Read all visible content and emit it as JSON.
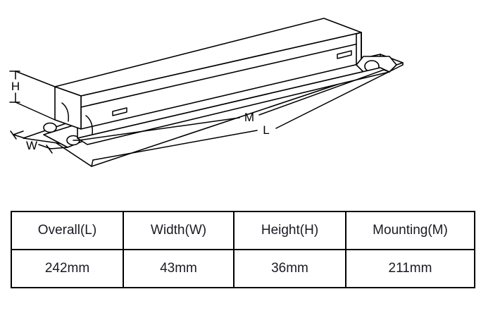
{
  "drawing": {
    "title": "LED driver enclosure isometric dimension drawing",
    "labels": {
      "height": "H",
      "width": "W",
      "mounting": "M",
      "overall": "L"
    },
    "features": {
      "mounting_holes": 3,
      "vent_slots": 2,
      "line_color": "#000000",
      "fill_color": "#ffffff"
    }
  },
  "spec_table": {
    "headers": [
      "Overall(L)",
      "Width(W)",
      "Height(H)",
      "Mounting(M)"
    ],
    "values": [
      "242mm",
      "43mm",
      "36mm",
      "211mm"
    ]
  }
}
